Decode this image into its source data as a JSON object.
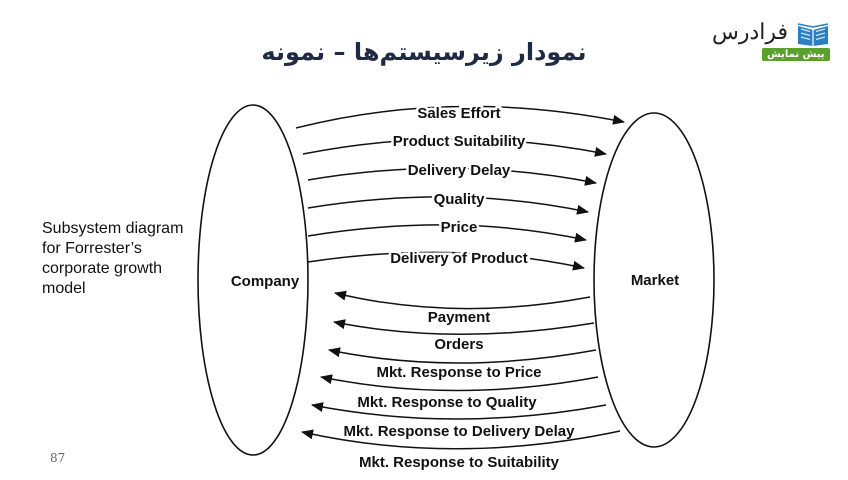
{
  "slide": {
    "title": "نمودار زیرسیستم‌ها – نمونه",
    "caption": "Subsystem diagram for Forrester’s corporate growth model",
    "page_number": "87"
  },
  "logo": {
    "brand": "فرادرس",
    "tag": "پیش نمایش",
    "icon": "book-icon"
  },
  "diagram": {
    "nodes": {
      "left": "Company",
      "right": "Market"
    },
    "flows_to_market": [
      "Sales Effort",
      "Product Suitability",
      "Delivery Delay",
      "Quality",
      "Price",
      "Delivery of Product"
    ],
    "flows_to_company": [
      "Payment",
      "Orders",
      "Mkt. Response to Price",
      "Mkt. Response to Quality",
      "Mkt. Response to Delivery Delay",
      "Mkt. Response to Suitability"
    ]
  }
}
